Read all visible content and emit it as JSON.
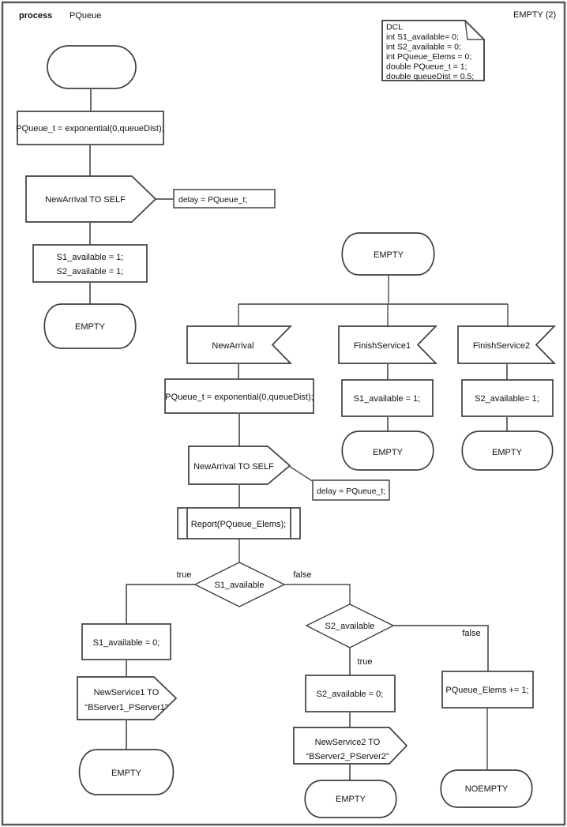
{
  "header": {
    "kind": "process",
    "name": "PQueue",
    "page": "EMPTY (2)"
  },
  "dcl": {
    "lines": [
      "DCL",
      "int S1_available= 0;",
      "int S2_available = 0;",
      "int PQueue_Elems = 0;",
      "double PQueue_t = 1;",
      "double queueDist = 0.5;"
    ]
  },
  "start_flow": {
    "task_timer": "PQueue_t = exponential(0,queueDist);",
    "output_signal": "NewArrival TO SELF",
    "delay_note": "delay = PQueue_t;",
    "task_init": [
      "S1_available = 1;",
      "S2_available = 1;"
    ],
    "next_state": "EMPTY"
  },
  "empty_state_flow": {
    "state": "EMPTY",
    "inputs": {
      "new_arrival": "NewArrival",
      "finish_service1": "FinishService1",
      "finish_service2": "FinishService2"
    },
    "new_arrival_branch": {
      "task_timer": "PQueue_t = exponential(0,queueDist);",
      "output_signal": "NewArrival TO SELF",
      "delay_note": "delay = PQueue_t;",
      "procedure_call": "Report(PQueue_Elems);",
      "decision_s1": {
        "question": "S1_available",
        "true_label": "true",
        "false_label": "false"
      },
      "s1_true": {
        "task": "S1_available = 0;",
        "output": [
          "NewService1 TO",
          "“BServer1_PServer1”"
        ],
        "next_state": "EMPTY"
      },
      "decision_s2": {
        "question": "S2_available",
        "true_label": "true",
        "false_label": "false"
      },
      "s2_true": {
        "task": "S2_available = 0;",
        "output": [
          "NewService2 TO",
          "“BServer2_PServer2”"
        ],
        "next_state": "EMPTY"
      },
      "s2_false": {
        "task": "PQueue_Elems += 1;",
        "next_state": "NOEMPTY"
      }
    },
    "finish1_branch": {
      "task": "S1_available = 1;",
      "next_state": "EMPTY"
    },
    "finish2_branch": {
      "task": "S2_available= 1;",
      "next_state": "EMPTY"
    }
  }
}
